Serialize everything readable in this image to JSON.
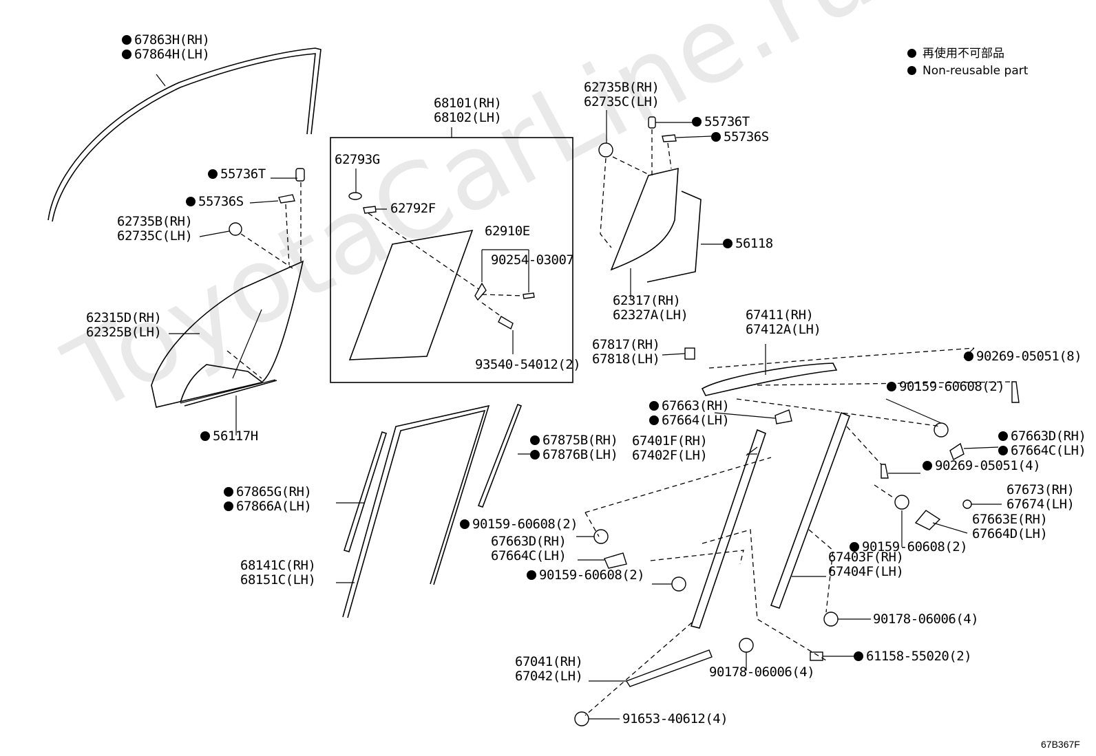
{
  "watermark": "ToyotaCarLine.ru",
  "legend": {
    "items": [
      {
        "text": "再使用不可部品"
      },
      {
        "text": "Non-reusable part"
      }
    ]
  },
  "diagram_code": "67B367F",
  "labels": {
    "l67863H": {
      "lines": [
        "67863H(RH)",
        "67864H(LH)"
      ],
      "nonreusable": true
    },
    "l55736T_a": {
      "lines": [
        "55736T"
      ],
      "nonreusable": true
    },
    "l55736S_a": {
      "lines": [
        "55736S"
      ],
      "nonreusable": true
    },
    "l62735B_a": {
      "lines": [
        "62735B(RH)",
        "62735C(LH)"
      ],
      "nonreusable": false
    },
    "l62315D": {
      "lines": [
        "62315D(RH)",
        "62325B(LH)"
      ],
      "nonreusable": false
    },
    "l56117H": {
      "lines": [
        "56117H"
      ],
      "nonreusable": true
    },
    "l68101": {
      "lines": [
        "68101(RH)",
        "68102(LH)"
      ],
      "nonreusable": false
    },
    "l62793G": {
      "lines": [
        "62793G"
      ],
      "nonreusable": false
    },
    "l62792F": {
      "lines": [
        "62792F"
      ],
      "nonreusable": false
    },
    "l62910E": {
      "lines": [
        "62910E"
      ],
      "nonreusable": false
    },
    "l90254": {
      "lines": [
        "90254-03007"
      ],
      "nonreusable": false
    },
    "l93540": {
      "lines": [
        "93540-54012(2)"
      ],
      "nonreusable": false
    },
    "l62735B_b": {
      "lines": [
        "62735B(RH)",
        "62735C(LH)"
      ],
      "nonreusable": false
    },
    "l55736T_b": {
      "lines": [
        "55736T"
      ],
      "nonreusable": true
    },
    "l55736S_b": {
      "lines": [
        "55736S"
      ],
      "nonreusable": true
    },
    "l56118": {
      "lines": [
        "56118"
      ],
      "nonreusable": true
    },
    "l62317": {
      "lines": [
        "62317(RH)",
        "62327A(LH)"
      ],
      "nonreusable": false
    },
    "l67411": {
      "lines": [
        "67411(RH)",
        "67412A(LH)"
      ],
      "nonreusable": false
    },
    "l67817": {
      "lines": [
        "67817(RH)",
        "67818(LH)"
      ],
      "nonreusable": false
    },
    "l90269_8": {
      "lines": [
        "90269-05051(8)"
      ],
      "nonreusable": true
    },
    "l90159_a": {
      "lines": [
        "90159-60608(2)"
      ],
      "nonreusable": true
    },
    "l67663RH": {
      "lines": [
        "67663(RH)",
        "67664(LH)"
      ],
      "nonreusable": true
    },
    "l67663D_a": {
      "lines": [
        "67663D(RH)",
        "67664C(LH)"
      ],
      "nonreusable": true
    },
    "l67401F": {
      "lines": [
        "67401F(RH)",
        "67402F(LH)"
      ],
      "nonreusable": false
    },
    "l90269_4": {
      "lines": [
        "90269-05051(4)"
      ],
      "nonreusable": true
    },
    "l67875B": {
      "lines": [
        "67875B(RH)",
        "67876B(LH)"
      ],
      "nonreusable": true
    },
    "l67865G": {
      "lines": [
        "67865G(RH)",
        "67866A(LH)"
      ],
      "nonreusable": true
    },
    "l67673": {
      "lines": [
        "67673(RH)",
        "67674(LH)"
      ],
      "nonreusable": false
    },
    "l67663E": {
      "lines": [
        "67663E(RH)",
        "67664D(LH)"
      ],
      "nonreusable": false
    },
    "l90159_b": {
      "lines": [
        "90159-60608(2)"
      ],
      "nonreusable": true
    },
    "l67663D_b": {
      "lines": [
        "67663D(RH)",
        "67664C(LH)"
      ],
      "nonreusable": false
    },
    "l90159_c": {
      "lines": [
        "90159-60608(2)"
      ],
      "nonreusable": true
    },
    "l90159_d": {
      "lines": [
        "90159-60608(2)"
      ],
      "nonreusable": true
    },
    "l67403F": {
      "lines": [
        "67403F(RH)",
        "67404F(LH)"
      ],
      "nonreusable": false
    },
    "l68141C": {
      "lines": [
        "68141C(RH)",
        "68151C(LH)"
      ],
      "nonreusable": false
    },
    "l90178_a": {
      "lines": [
        "90178-06006(4)"
      ],
      "nonreusable": false
    },
    "l90178_b": {
      "lines": [
        "90178-06006(4)"
      ],
      "nonreusable": false
    },
    "l61158": {
      "lines": [
        "61158-55020(2)"
      ],
      "nonreusable": true
    },
    "l67041": {
      "lines": [
        "67041(RH)",
        "67042(LH)"
      ],
      "nonreusable": false
    },
    "l91653": {
      "lines": [
        "91653-40612(4)"
      ],
      "nonreusable": false
    }
  }
}
